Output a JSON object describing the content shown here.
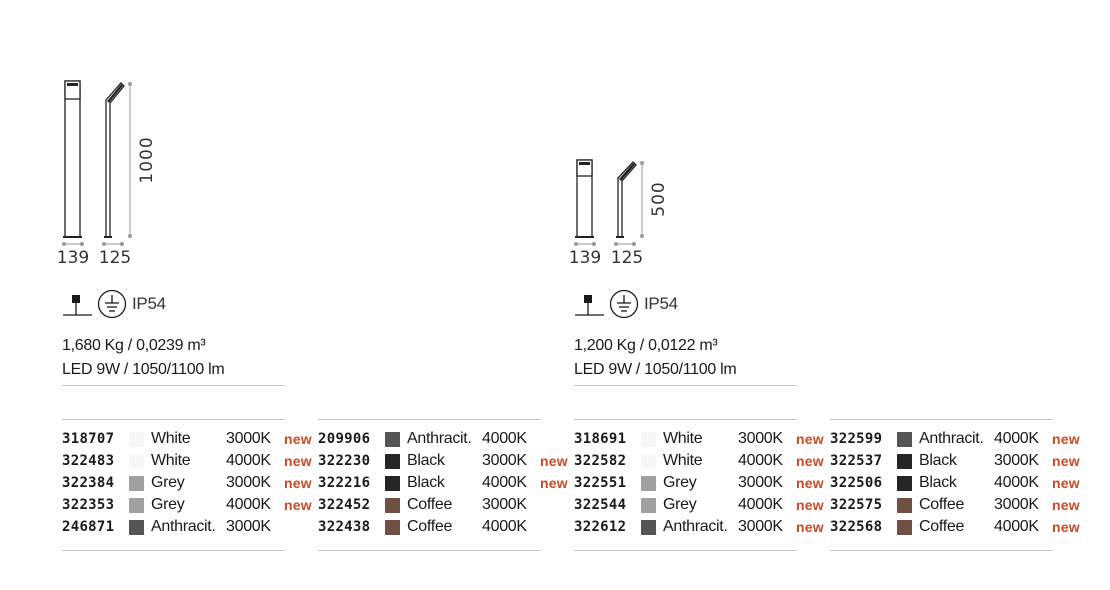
{
  "products": [
    {
      "height_label": "1000",
      "width_label_a": "139",
      "width_label_b": "125",
      "ip_rating": "IP54",
      "weight_volume": "1,680 Kg / 0,0239 m³",
      "led_spec": "LED 9W / 1050/1100 lm",
      "left_table": [
        {
          "code": "318707",
          "color": "White",
          "temp": "3000K",
          "new": "new",
          "swatch": "#f7f7f7"
        },
        {
          "code": "322483",
          "color": "White",
          "temp": "4000K",
          "new": "new",
          "swatch": "#f7f7f7"
        },
        {
          "code": "322384",
          "color": "Grey",
          "temp": "3000K",
          "new": "new",
          "swatch": "#a0a0a0"
        },
        {
          "code": "322353",
          "color": "Grey",
          "temp": "4000K",
          "new": "new",
          "swatch": "#a0a0a0"
        },
        {
          "code": "246871",
          "color": "Anthracit.",
          "temp": "3000K",
          "new": "",
          "swatch": "#555555"
        }
      ],
      "right_table": [
        {
          "code": "209906",
          "color": "Anthracit.",
          "temp": "4000K",
          "new": "",
          "swatch": "#555555"
        },
        {
          "code": "322230",
          "color": "Black",
          "temp": "3000K",
          "new": "new",
          "swatch": "#262626"
        },
        {
          "code": "322216",
          "color": "Black",
          "temp": "4000K",
          "new": "new",
          "swatch": "#262626"
        },
        {
          "code": "322452",
          "color": "Coffee",
          "temp": "3000K",
          "new": "",
          "swatch": "#6e5044"
        },
        {
          "code": "322438",
          "color": "Coffee",
          "temp": "4000K",
          "new": "",
          "swatch": "#6e5044"
        }
      ]
    },
    {
      "height_label": "500",
      "width_label_a": "139",
      "width_label_b": "125",
      "ip_rating": "IP54",
      "weight_volume": "1,200 Kg / 0,0122 m³",
      "led_spec": "LED 9W / 1050/1100 lm",
      "left_table": [
        {
          "code": "318691",
          "color": "White",
          "temp": "3000K",
          "new": "new",
          "swatch": "#f7f7f7"
        },
        {
          "code": "322582",
          "color": "White",
          "temp": "4000K",
          "new": "new",
          "swatch": "#f7f7f7"
        },
        {
          "code": "322551",
          "color": "Grey",
          "temp": "3000K",
          "new": "new",
          "swatch": "#a0a0a0"
        },
        {
          "code": "322544",
          "color": "Grey",
          "temp": "4000K",
          "new": "new",
          "swatch": "#a0a0a0"
        },
        {
          "code": "322612",
          "color": "Anthracit.",
          "temp": "3000K",
          "new": "new",
          "swatch": "#555555"
        }
      ],
      "right_table": [
        {
          "code": "322599",
          "color": "Anthracit.",
          "temp": "4000K",
          "new": "new",
          "swatch": "#555555"
        },
        {
          "code": "322537",
          "color": "Black",
          "temp": "3000K",
          "new": "new",
          "swatch": "#262626"
        },
        {
          "code": "322506",
          "color": "Black",
          "temp": "4000K",
          "new": "new",
          "swatch": "#262626"
        },
        {
          "code": "322575",
          "color": "Coffee",
          "temp": "3000K",
          "new": "new",
          "swatch": "#6e5044"
        },
        {
          "code": "322568",
          "color": "Coffee",
          "temp": "4000K",
          "new": "new",
          "swatch": "#6e5044"
        }
      ]
    }
  ],
  "icons": {
    "ground_mount": "ground-mount-icon",
    "earth_class": "earth-class-icon"
  },
  "colors": {
    "new_badge": "#c94a23",
    "rule": "#c8c8c8"
  }
}
